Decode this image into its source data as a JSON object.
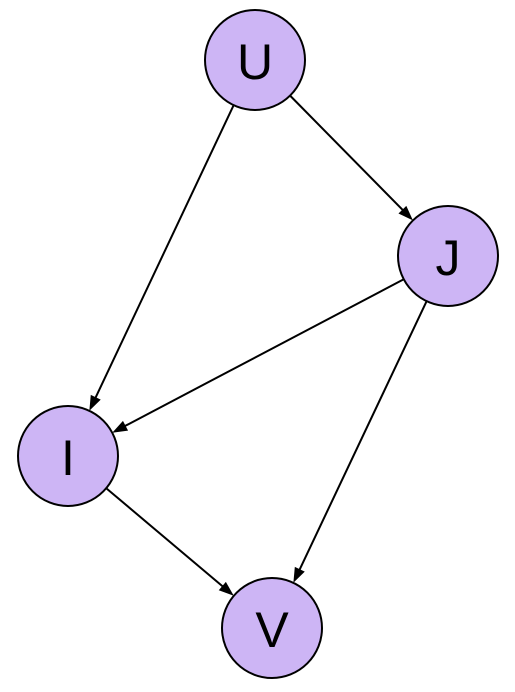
{
  "diagram": {
    "type": "directed-graph",
    "node_fill": "#cdb5f5",
    "node_stroke": "#000000",
    "edge_color": "#000000",
    "nodes": [
      {
        "id": "U",
        "label": "U"
      },
      {
        "id": "J",
        "label": "J"
      },
      {
        "id": "I",
        "label": "I"
      },
      {
        "id": "V",
        "label": "V"
      }
    ],
    "edges": [
      {
        "from": "U",
        "to": "J"
      },
      {
        "from": "U",
        "to": "I"
      },
      {
        "from": "J",
        "to": "I"
      },
      {
        "from": "J",
        "to": "V"
      },
      {
        "from": "I",
        "to": "V"
      }
    ]
  }
}
